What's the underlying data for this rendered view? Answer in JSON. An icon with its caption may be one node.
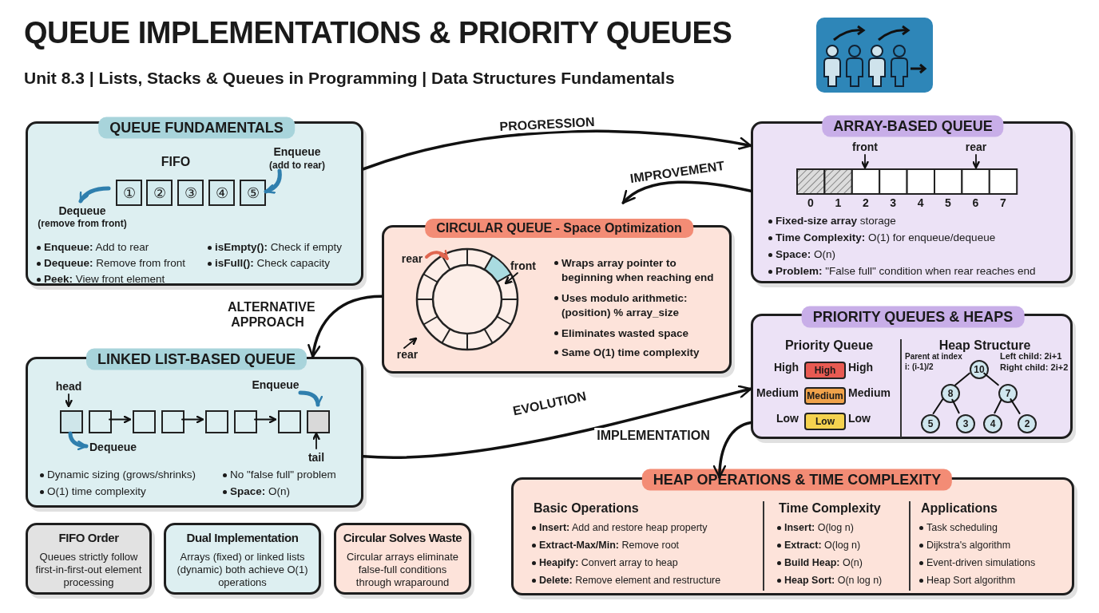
{
  "diagram": {
    "title": "QUEUE IMPLEMENTATIONS & PRIORITY QUEUES",
    "nodes": [
      {
        "text": [
          "QUEUE FUNDAMENTALS",
          "**Enqueue:** Add to rear",
          "**Dequeue:** Remove from front",
          "**Peek:** View front element",
          "**isEmpty():** Check if empty",
          "**isFull():** Check capacity"
        ]
      },
      {
        "text": [
          "①"
        ],
        "in": 0
      },
      {
        "text": [
          "②"
        ],
        "in": 0
      },
      {
        "text": [
          "③"
        ],
        "in": 0
      },
      {
        "text": [
          "④"
        ],
        "in": 0
      },
      {
        "text": [
          "⑤"
        ],
        "in": 0
      },
      {
        "text": [
          "ARRAY-BASED QUEUE",
          "**Fixed-size array** storage",
          "**Time Complexity:** O(1) for enqueue/dequeue",
          "**Space:** O(n)",
          "**Problem:** \"False full\" condition when rear reaches end"
        ]
      },
      {
        "text": [
          "CIRCULAR QUEUE - Space Optimization",
          "Wraps array pointer to beginning when reaching end",
          "Uses modulo arithmetic: (position) % array_size",
          "Eliminates wasted space",
          "Same O(1) time complexity"
        ]
      },
      {
        "text": [
          "LINKED LIST-BASED QUEUE",
          "Dynamic sizing (grows/shrinks)",
          "O(1) time complexity",
          "No \"false full\" problem",
          "**Space:** O(n)"
        ]
      },
      {
        "text": [],
        "shape": "box",
        "in": 8
      },
      {
        "text": [],
        "shape": "box",
        "in": 8
      },
      {
        "text": [],
        "shape": "box",
        "in": 8
      },
      {
        "text": [],
        "shape": "box",
        "in": 8
      },
      {
        "text": [],
        "shape": "box",
        "in": 8
      },
      {
        "text": [],
        "shape": "box",
        "in": 8
      },
      {
        "text": [],
        "shape": "box",
        "in": 8
      },
      {
        "text": [],
        "shape": "box",
        "in": 8
      },
      {
        "text": [
          "PRIORITY QUEUES & HEAPS",
          "Priority Queue",
          "Heap Structure"
        ]
      },
      {
        "text": [
          "High"
        ],
        "in": 17
      },
      {
        "text": [
          "Medium"
        ],
        "in": 17
      },
      {
        "text": [
          "Low"
        ],
        "in": 17
      },
      {
        "text": [
          "10"
        ],
        "in": 17
      },
      {
        "text": [
          "8"
        ],
        "in": 17
      },
      {
        "text": [
          "7"
        ],
        "in": 17
      },
      {
        "text": [
          "5"
        ],
        "in": 17
      },
      {
        "text": [
          "3"
        ],
        "in": 17
      },
      {
        "text": [
          "4"
        ],
        "in": 17
      },
      {
        "text": [
          "2"
        ],
        "in": 17
      },
      {
        "text": [
          "HEAP OPERATIONS & TIME COMPLEXITY",
          "Basic Operations",
          "**Insert:** Add and restore heap property",
          "**Extract-Max/Min:** Remove root",
          "**Heapify:** Convert array to heap",
          "**Delete:** Remove element and restructure",
          "Time Complexity",
          "**Insert:** O(log n)",
          "**Extract:** O(log n)",
          "**Build Heap:** O(n)",
          "**Heap Sort:** O(n log n)",
          "Applications",
          "Task scheduling",
          "Dijkstra's algorithm",
          "Event-driven simulations",
          "Heap Sort algorithm"
        ]
      },
      {
        "text": [
          "FIFO Order",
          "Queues strictly follow first-in-first-out element processing"
        ]
      },
      {
        "text": [
          "Dual Implementation",
          "Arrays (fixed) or linked lists (dynamic) both achieve O(1) operations"
        ]
      },
      {
        "text": [
          "Circular Solves Waste",
          "Circular arrays eliminate false-full conditions through wraparound"
        ]
      }
    ],
    "edges": [
      {
        "from": 0,
        "to": 6,
        "arrow": "to",
        "label": "PROGRESSION"
      },
      {
        "from": 6,
        "to": 7,
        "arrow": "to",
        "label": "IMPROVEMENT"
      },
      {
        "from": 7,
        "to": 8,
        "arrow": "to",
        "label": "ALTERNATIVE APPROACH"
      },
      {
        "from": 8,
        "to": 17,
        "arrow": "to",
        "label": "EVOLUTION"
      },
      {
        "from": 17,
        "to": 28,
        "arrow": "to",
        "label": "IMPLEMENTATION"
      },
      {
        "from": 10,
        "to": 11,
        "arrow": "to"
      },
      {
        "from": 12,
        "to": 13,
        "arrow": "to"
      },
      {
        "from": 14,
        "to": 15,
        "arrow": "to"
      },
      {
        "from": 21,
        "to": 22,
        "arrow": "none"
      },
      {
        "from": 21,
        "to": 23,
        "arrow": "none"
      },
      {
        "from": 22,
        "to": 24,
        "arrow": "none"
      },
      {
        "from": 22,
        "to": 25,
        "arrow": "none"
      },
      {
        "from": 23,
        "to": 26,
        "arrow": "none"
      },
      {
        "from": 23,
        "to": 27,
        "arrow": "none"
      }
    ],
    "labels": [
      "Unit 8.3 | Lists, Stacks & Queues in Programming | Data Structures Fundamentals",
      "FIFO",
      "Enqueue",
      "(add to rear)",
      "Dequeue",
      "(remove from front)",
      "front",
      "rear",
      "0",
      "1",
      "2",
      "3",
      "4",
      "5",
      "6",
      "7",
      "rear",
      "front",
      "rear",
      "head",
      "Enqueue",
      "Dequeue",
      "tail",
      "High",
      "High",
      "Medium",
      "Medium",
      "Low",
      "Low",
      "Parent at index i: (i-1)/2",
      "Left child: 2i+1",
      "Right child: 2i+2"
    ]
  }
}
